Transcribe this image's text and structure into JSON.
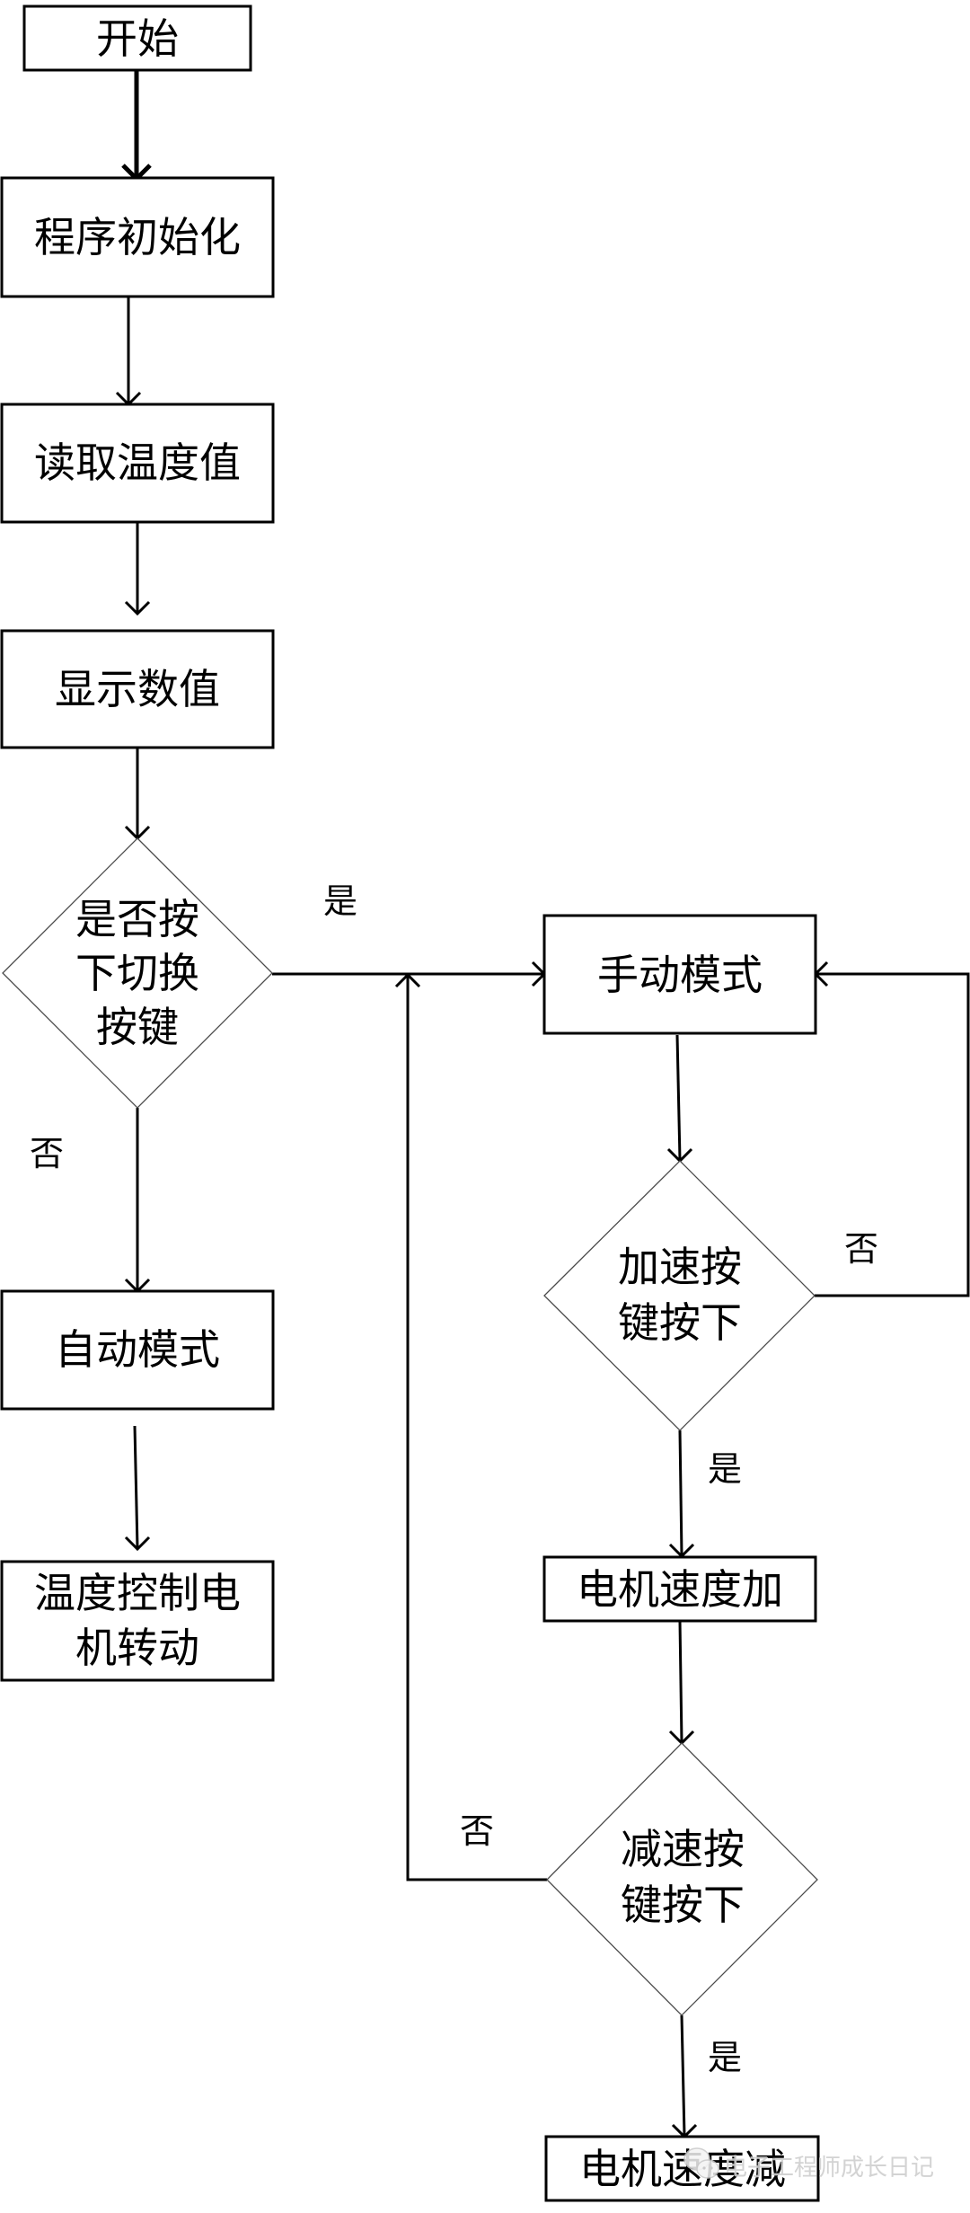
{
  "flowchart": {
    "nodes": {
      "start": "开始",
      "init": "程序初始化",
      "read_temp": "读取温度值",
      "display": "显示数值",
      "switch_decision": [
        "是否按",
        "下切换",
        "按键"
      ],
      "auto_mode": "自动模式",
      "temp_control": [
        "温度控制电",
        "机转动"
      ],
      "manual_mode": "手动模式",
      "accel_decision": [
        "加速按",
        "键按下"
      ],
      "speed_up": "电机速度加",
      "decel_decision": [
        "减速按",
        "键按下"
      ],
      "speed_down": "电机速度减"
    },
    "edge_labels": {
      "switch_yes": "是",
      "switch_no": "否",
      "accel_no": "否",
      "accel_yes": "是",
      "decel_no": "否",
      "decel_yes": "是"
    }
  },
  "watermark": {
    "icon": "wechat-icon",
    "text": "电子工程师成长日记"
  }
}
